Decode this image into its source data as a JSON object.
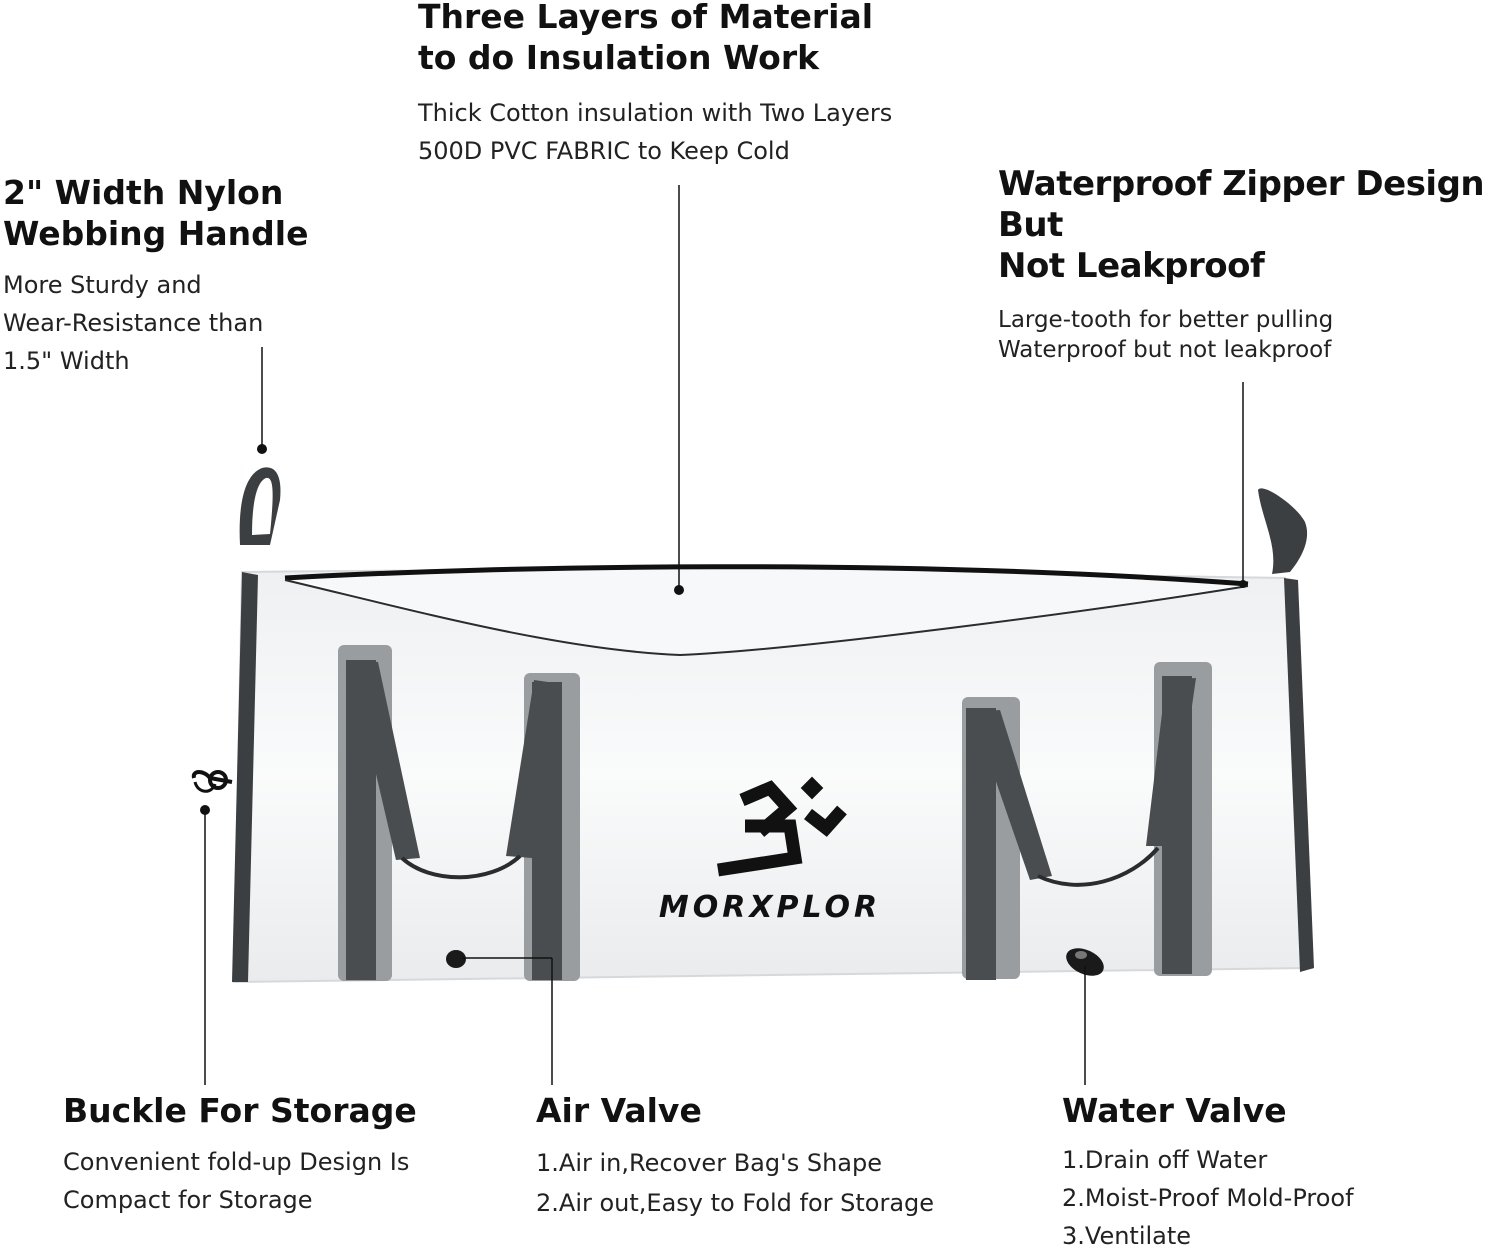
{
  "callouts": {
    "insulation": {
      "title": "Three Layers of Material\nto do Insulation Work",
      "desc": "Thick Cotton insulation with Two Layers\n500D PVC FABRIC to Keep Cold"
    },
    "handle": {
      "title": "2\" Width Nylon\nWebbing Handle",
      "desc": "More Sturdy and\nWear-Resistance than\n1.5\" Width"
    },
    "zipper": {
      "title": "Waterproof Zipper Design But\nNot Leakproof",
      "desc": "Large-tooth for better pulling\nWaterproof but not leakproof"
    },
    "buckle": {
      "title": "Buckle For Storage",
      "desc": "Convenient fold-up Design Is\nCompact for Storage"
    },
    "air_valve": {
      "title": "Air Valve",
      "desc": "1.Air in,Recover Bag's Shape\n2.Air out,Easy to Fold for Storage"
    },
    "water_valve": {
      "title": "Water Valve",
      "desc": "1.Drain off Water\n2.Moist-Proof Mold-Proof\n3.Ventilate"
    }
  },
  "brand": {
    "name": "MORXPLOR"
  },
  "colors": {
    "bag_body": "#f4f5f6",
    "strap": "#4a4d50",
    "strap_pad": "#9a9da0",
    "trim": "#3c3f42",
    "leader_line": "#111111"
  }
}
